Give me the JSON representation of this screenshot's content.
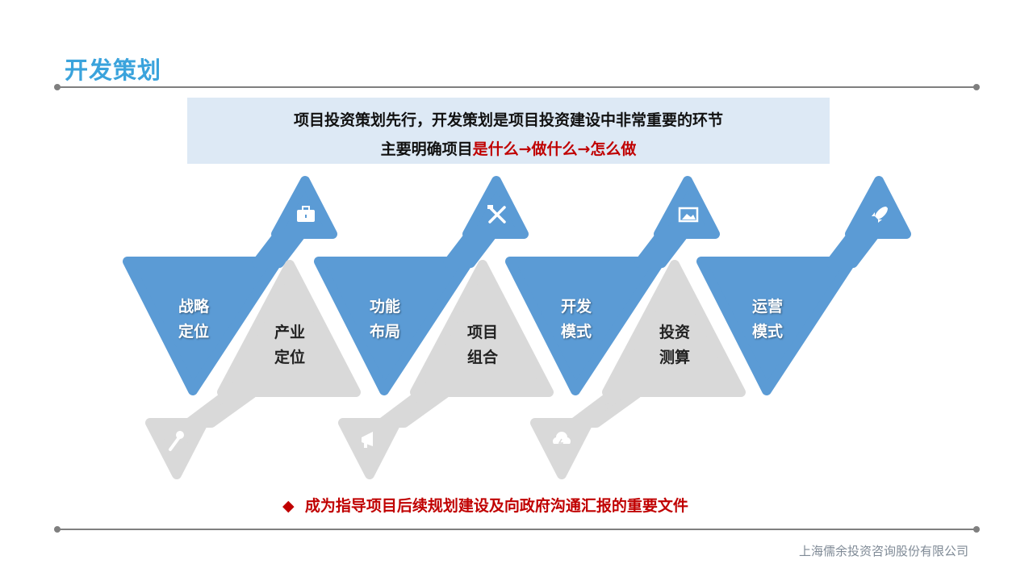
{
  "title": "开发策划",
  "banner": {
    "line1": "项目投资策划先行，开发策划是项目投资建设中非常重要的环节",
    "line2_prefix": "主要明确项目",
    "line2_highlight": "是什么→做什么→怎么做"
  },
  "blue_items": [
    {
      "line1": "战略",
      "line2": "定位",
      "icon": "briefcase-icon"
    },
    {
      "line1": "功能",
      "line2": "布局",
      "icon": "tools-icon"
    },
    {
      "line1": "开发",
      "line2": "模式",
      "icon": "image-icon"
    },
    {
      "line1": "运营",
      "line2": "模式",
      "icon": "rocket-icon"
    }
  ],
  "grey_items": [
    {
      "line1": "产业",
      "line2": "定位",
      "icon": "key-icon"
    },
    {
      "line1": "项目",
      "line2": "组合",
      "icon": "megaphone-icon"
    },
    {
      "line1": "投资",
      "line2": "测算",
      "icon": "cloud-lightning-icon"
    }
  ],
  "bottom_note": {
    "bullet": "◆",
    "text": "成为指导项目后续规划建设及向政府沟通汇报的重要文件"
  },
  "company": "上海儒余投资咨询股份有限公司",
  "colors": {
    "blue": "#5b9bd5",
    "grey": "#d9d9d9",
    "accent_red": "#c00000",
    "title_blue": "#3aa3dc"
  }
}
